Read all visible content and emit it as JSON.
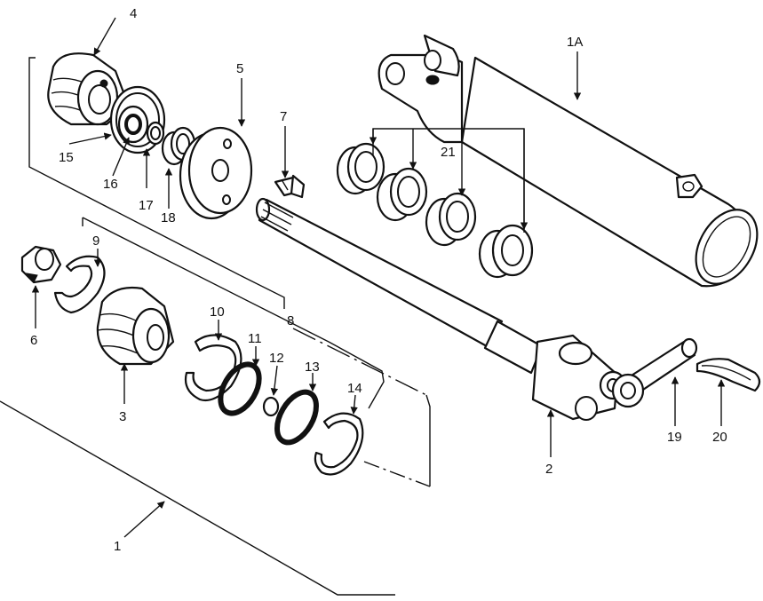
{
  "labels": {
    "l1": "1",
    "l1a": "1A",
    "l2": "2",
    "l3": "3",
    "l4": "4",
    "l5": "5",
    "l6": "6",
    "l7": "7",
    "l8": "8",
    "l9": "9",
    "l10": "10",
    "l11": "11",
    "l12": "12",
    "l13": "13",
    "l14": "14",
    "l15": "15",
    "l16": "16",
    "l17": "17",
    "l18": "18",
    "l19": "19",
    "l20": "20",
    "l21": "21"
  }
}
